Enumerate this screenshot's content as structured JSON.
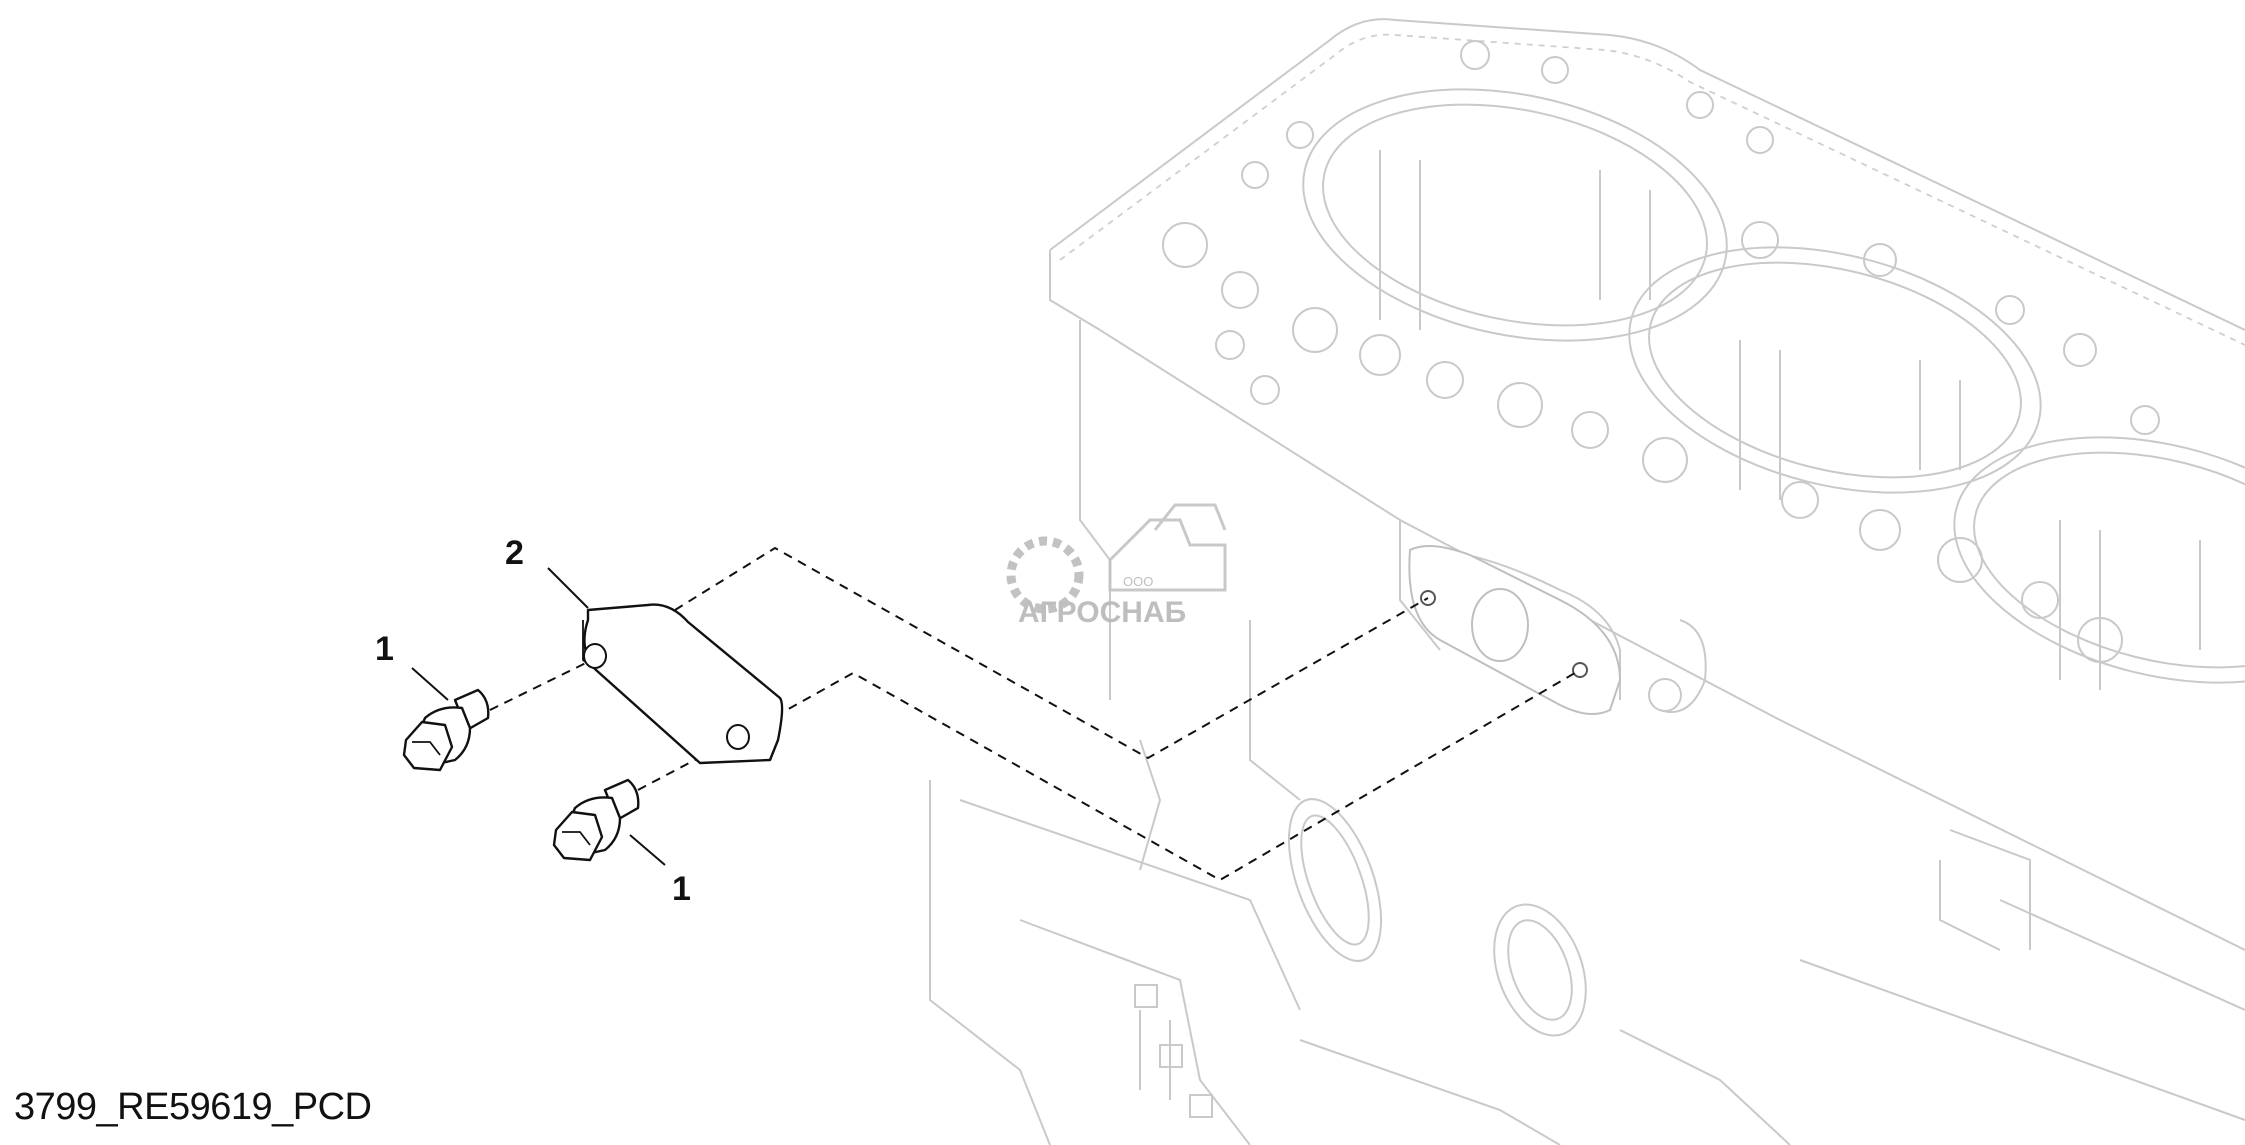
{
  "callouts": {
    "bolt_upper": "1",
    "plate": "2",
    "bolt_lower": "1"
  },
  "caption": "3799_RE59619_PCD",
  "watermark": {
    "small": "ООО",
    "brand": "АГРОСНАБ"
  },
  "icons": {
    "watermark_logo": "gear-tractor-logo"
  }
}
